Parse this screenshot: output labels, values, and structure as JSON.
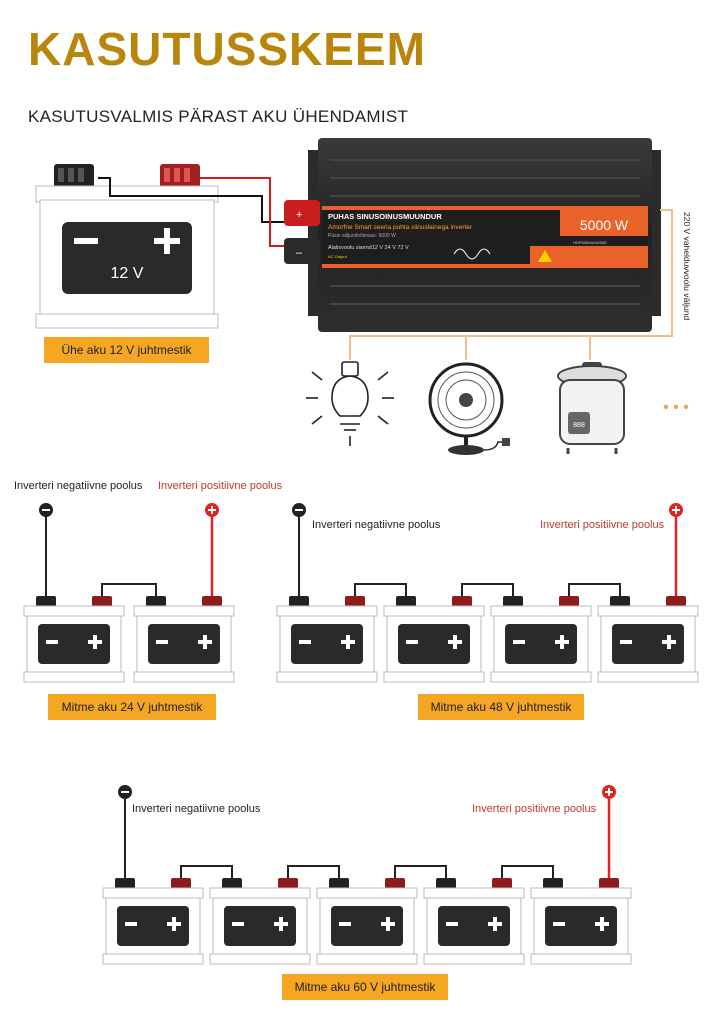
{
  "title": "KASUTUSSKEEM",
  "subtitle": "KASUTUSVALMIS PÄRAST AKU ÜHENDAMIST",
  "single_battery": {
    "voltage": "12 V",
    "label": "Ühe aku 12 V juhtmestik"
  },
  "inverter": {
    "name": "PUHAS SINUSOINUSMUUNDUR",
    "description": "Amorfne Smart seeria puhta siinuslainega inverter",
    "rated_power_text": "Püsiv väljundvõimsus: 5000 W",
    "input_voltage_text": "Alalisvoolu sisend12 V 24 V 72 V",
    "power": "5000 W",
    "model": "HDP5000A24000E",
    "ac_output_label": "AC Output",
    "output_side_label": "220 V vahelduvvoolu väljund"
  },
  "loads": [
    "light-bulb-icon",
    "fan-icon",
    "pressure-cooker-icon"
  ],
  "more_symbol": "• • •",
  "pole_labels": {
    "negative": "Inverteri negatiivne poolus",
    "positive": "Inverteri positiivne poolus"
  },
  "wiring_24v": {
    "label": "Mitme aku 24 V juhtmestik",
    "batteries": 2
  },
  "wiring_48v": {
    "label": "Mitme aku 48 V juhtmestik",
    "batteries": 4
  },
  "wiring_60v": {
    "label": "Mitme aku 60 V juhtmestik",
    "batteries": 5
  },
  "colors": {
    "title": "#b8860b",
    "label_bg": "#f5a623",
    "positive": "#c0392b",
    "negative": "#1a1a1a",
    "inverter_band": "#e8622a",
    "load_wire": "#e8c28a"
  }
}
